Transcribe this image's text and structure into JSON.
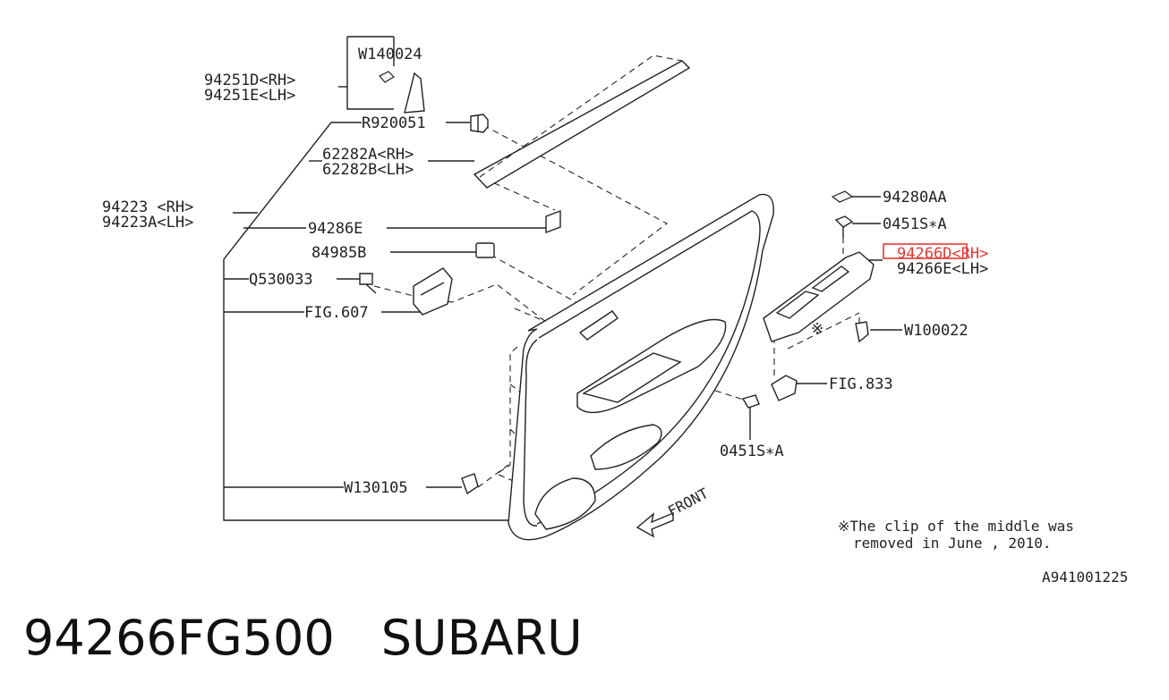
{
  "diagram": {
    "callouts": {
      "w140024": "W140024",
      "p94251d": "94251D<RH>",
      "p94251e": "94251E<LH>",
      "r920051": "R920051",
      "p62282a": "62282A<RH>",
      "p62282b": "62282B<LH>",
      "p94223": "94223 <RH>",
      "p94223a": "94223A<LH>",
      "p94286e": "94286E",
      "p84985b": "84985B",
      "q530033": "Q530033",
      "fig607": "FIG.607",
      "w130105": "W130105",
      "p94280aa": "94280AA",
      "p0451sa_top": "0451S∗A",
      "p94266d": "94266D<RH>",
      "p94266e": "94266E<LH>",
      "w100022": "W100022",
      "fig833": "FIG.833",
      "p0451sa_bottom": "0451S∗A",
      "asterisk": "※",
      "front": "FRONT"
    },
    "note": {
      "line1": "※The clip of the middle was",
      "line2": "removed in June , 2010."
    },
    "diagram_code": "A941001225",
    "highlight_color": "#e53935"
  },
  "caption": {
    "part_number": "94266FG500",
    "brand": "SUBARU"
  }
}
